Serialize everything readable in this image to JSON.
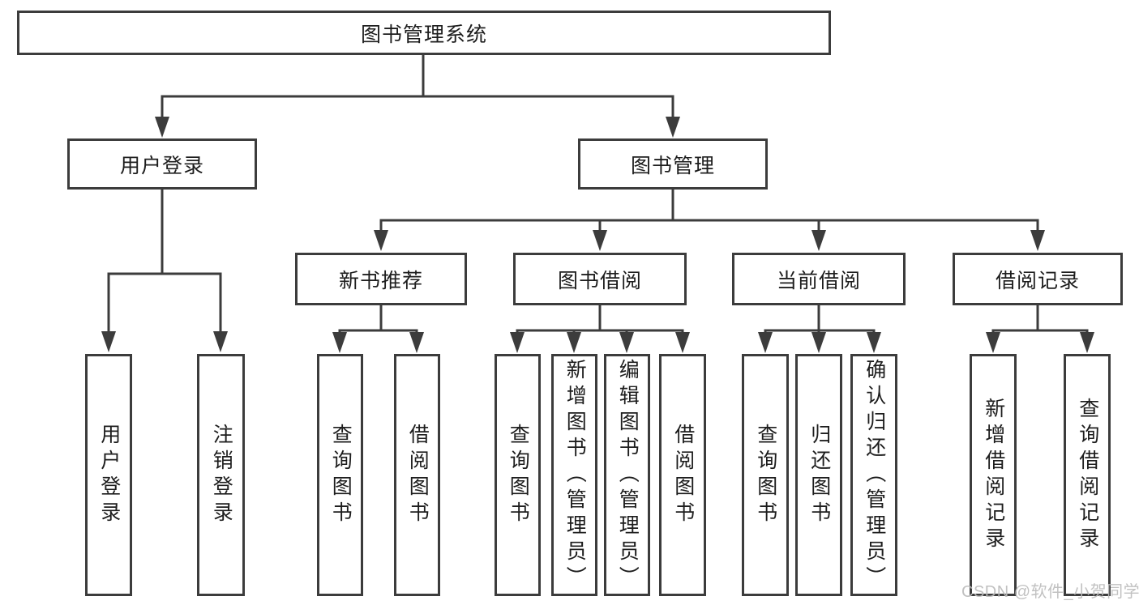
{
  "diagram": {
    "type": "hierarchy-tree",
    "root": {
      "label": "图书管理系统",
      "children": [
        {
          "label": "用户登录",
          "children": [
            {
              "label": "用户登录"
            },
            {
              "label": "注销登录"
            }
          ]
        },
        {
          "label": "图书管理",
          "children": [
            {
              "label": "新书推荐",
              "children": [
                {
                  "label": "查询图书"
                },
                {
                  "label": "借阅图书"
                }
              ]
            },
            {
              "label": "图书借阅",
              "children": [
                {
                  "label": "查询图书"
                },
                {
                  "label": "新增图书（管理员）"
                },
                {
                  "label": "编辑图书（管理员）"
                },
                {
                  "label": "借阅图书"
                }
              ]
            },
            {
              "label": "当前借阅",
              "children": [
                {
                  "label": "查询图书"
                },
                {
                  "label": "归还图书"
                },
                {
                  "label": "确认归还（管理员）"
                }
              ]
            },
            {
              "label": "借阅记录",
              "children": [
                {
                  "label": "新增借阅记录"
                },
                {
                  "label": "查询借阅记录"
                }
              ]
            }
          ]
        }
      ]
    }
  },
  "watermark": {
    "text": "CSDN @软件_小贺同学"
  },
  "colors": {
    "line": "#3c3c3c",
    "box_border": "#3c3c3c",
    "box_fill": "#ffffff",
    "text": "#1d1d1d",
    "watermark": "#bcbcbc",
    "background": "#ffffff"
  }
}
